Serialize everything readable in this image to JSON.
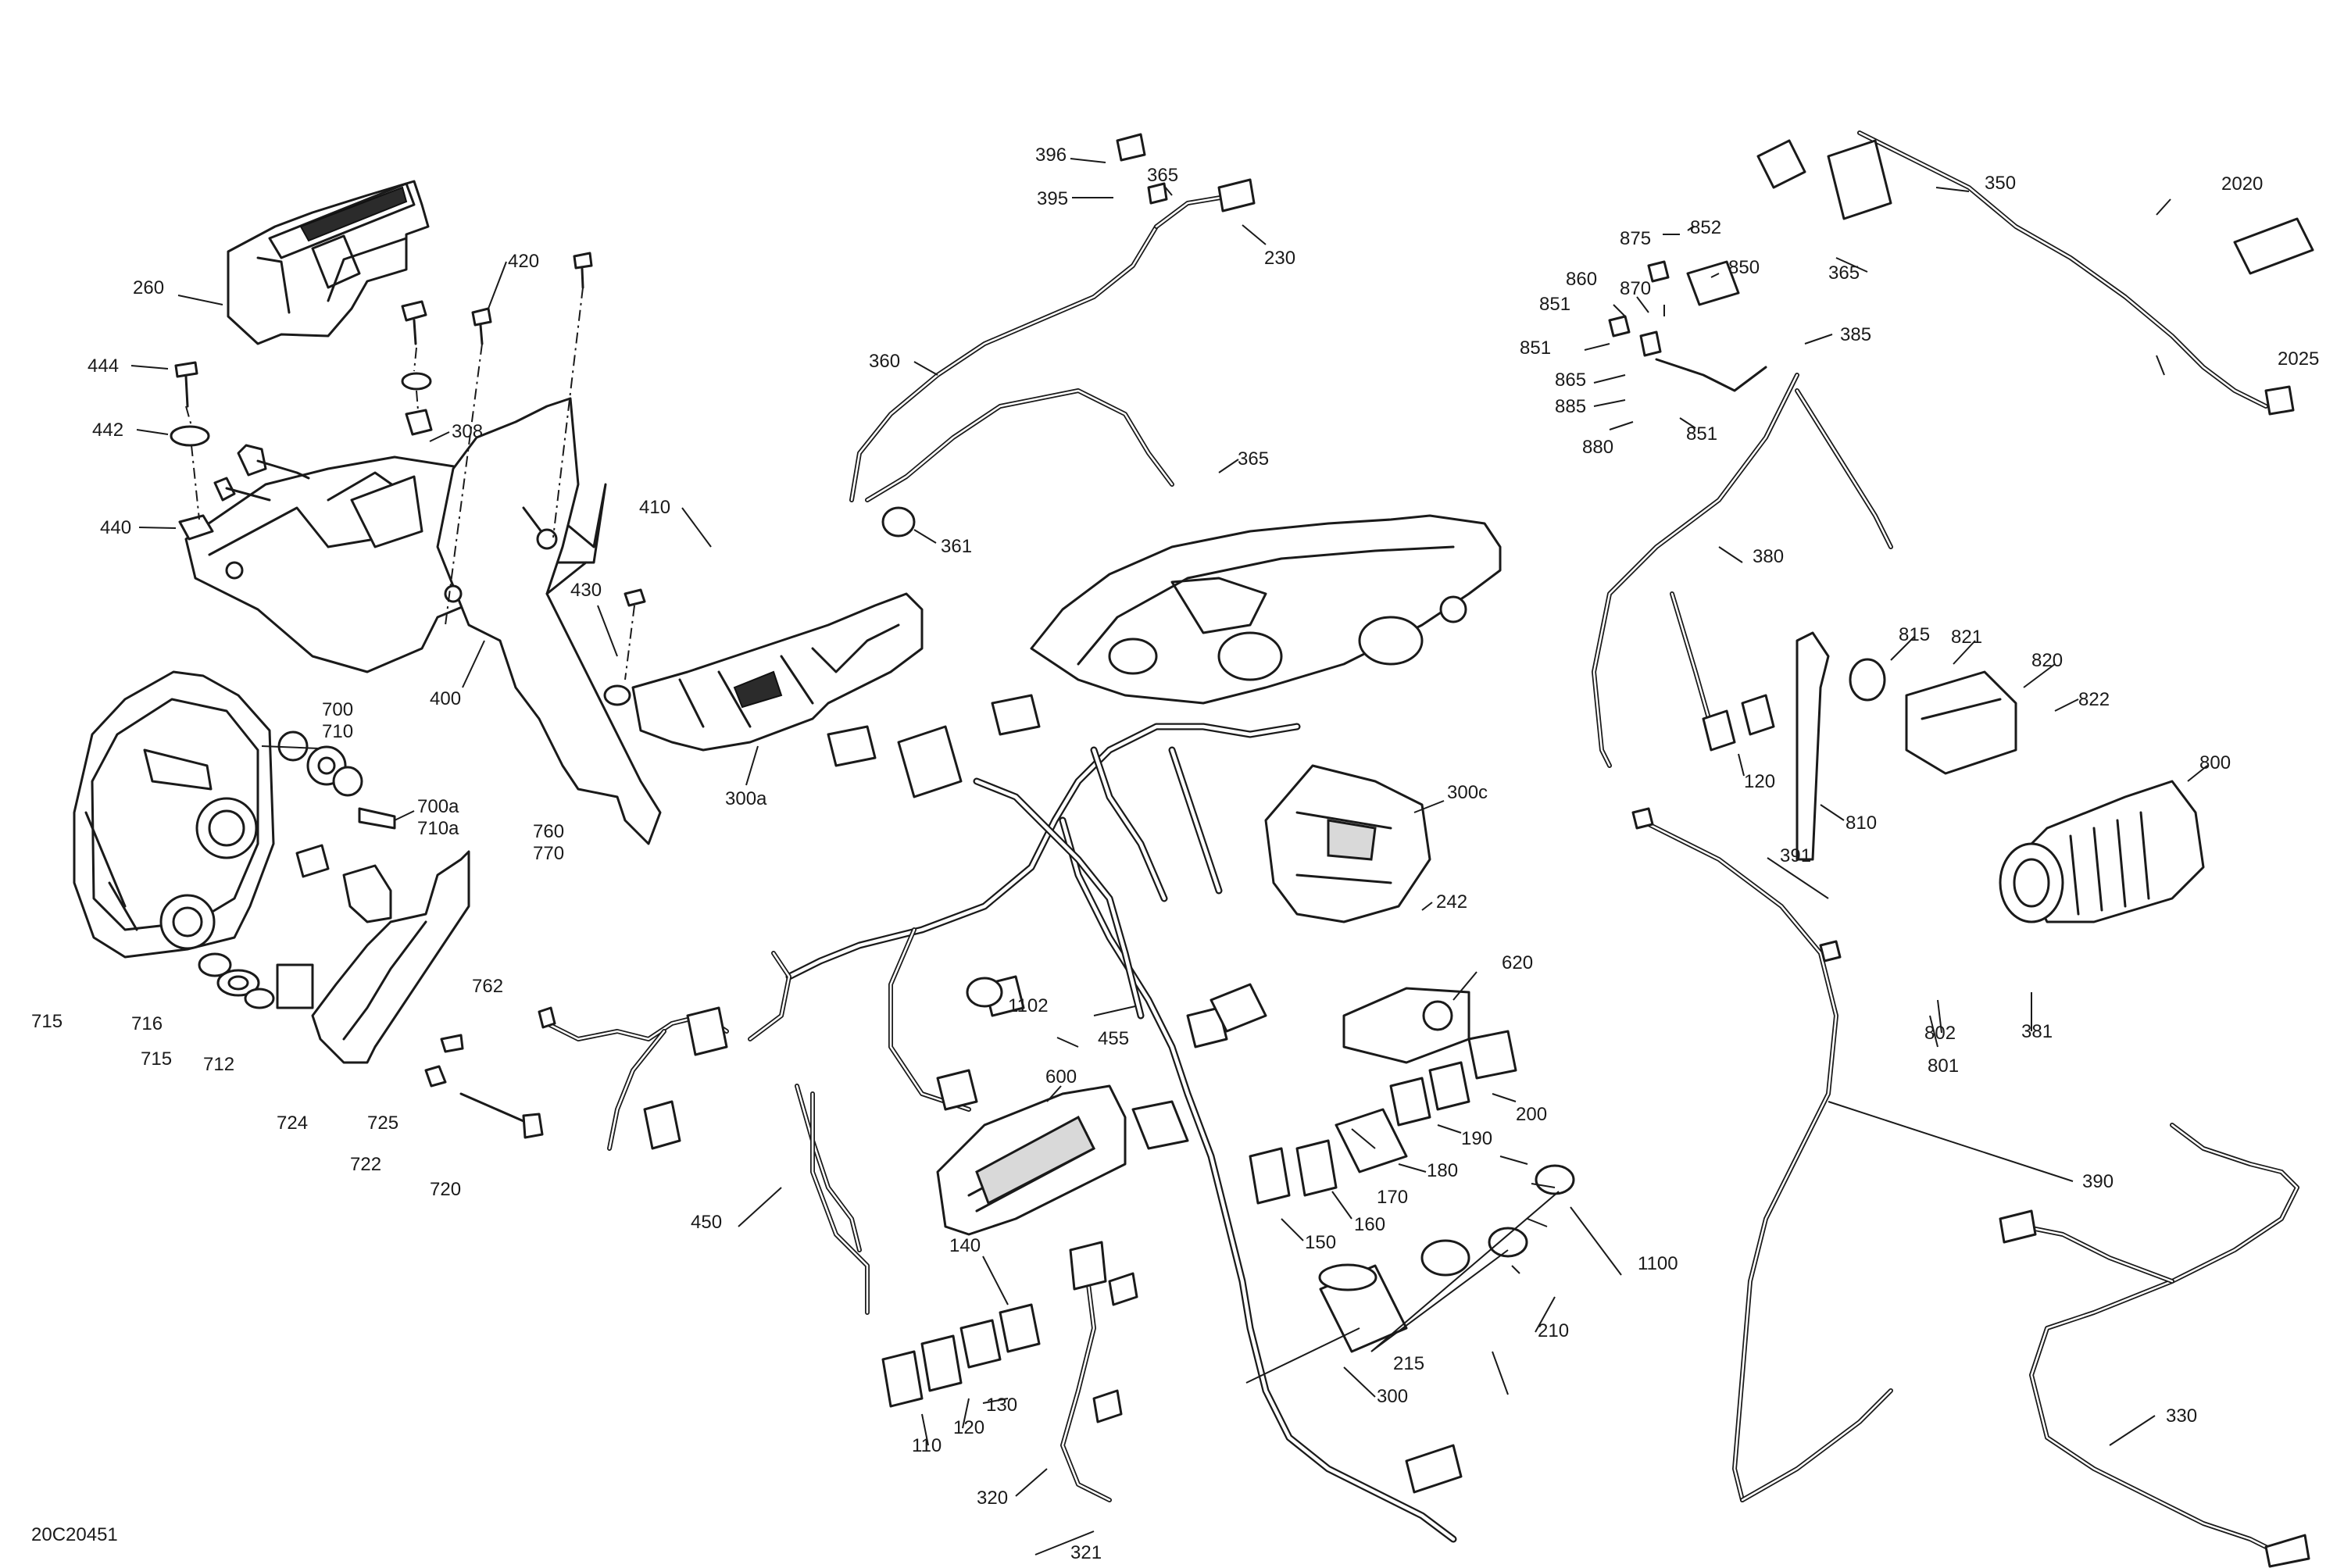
{
  "drawing_ref": "20C20451",
  "callouts": [
    {
      "id": "c-396",
      "label": "396"
    },
    {
      "id": "c-395",
      "label": "395"
    },
    {
      "id": "c-365a",
      "label": "365"
    },
    {
      "id": "c-230",
      "label": "230"
    },
    {
      "id": "c-360",
      "label": "360"
    },
    {
      "id": "c-365b",
      "label": "365"
    },
    {
      "id": "c-361",
      "label": "361"
    },
    {
      "id": "c-260",
      "label": "260"
    },
    {
      "id": "c-420",
      "label": "420"
    },
    {
      "id": "c-444",
      "label": "444"
    },
    {
      "id": "c-442",
      "label": "442"
    },
    {
      "id": "c-308",
      "label": "308"
    },
    {
      "id": "c-440",
      "label": "440"
    },
    {
      "id": "c-410",
      "label": "410"
    },
    {
      "id": "c-430",
      "label": "430"
    },
    {
      "id": "c-400",
      "label": "400"
    },
    {
      "id": "c-300a",
      "label": "300a"
    },
    {
      "id": "c-700",
      "label": "700"
    },
    {
      "id": "c-710",
      "label": "710"
    },
    {
      "id": "c-700a",
      "label": "700a"
    },
    {
      "id": "c-710a",
      "label": "710a"
    },
    {
      "id": "c-760",
      "label": "760"
    },
    {
      "id": "c-770",
      "label": "770"
    },
    {
      "id": "c-715a",
      "label": "715"
    },
    {
      "id": "c-716",
      "label": "716"
    },
    {
      "id": "c-715b",
      "label": "715"
    },
    {
      "id": "c-712",
      "label": "712"
    },
    {
      "id": "c-762",
      "label": "762"
    },
    {
      "id": "c-724",
      "label": "724"
    },
    {
      "id": "c-725",
      "label": "725"
    },
    {
      "id": "c-722",
      "label": "722"
    },
    {
      "id": "c-720",
      "label": "720"
    },
    {
      "id": "c-1102",
      "label": "1102"
    },
    {
      "id": "c-455",
      "label": "455"
    },
    {
      "id": "c-600",
      "label": "600"
    },
    {
      "id": "c-450",
      "label": "450"
    },
    {
      "id": "c-140",
      "label": "140"
    },
    {
      "id": "c-130",
      "label": "130"
    },
    {
      "id": "c-120a",
      "label": "120"
    },
    {
      "id": "c-110",
      "label": "110"
    },
    {
      "id": "c-320",
      "label": "320"
    },
    {
      "id": "c-321",
      "label": "321"
    },
    {
      "id": "c-300",
      "label": "300"
    },
    {
      "id": "c-300c",
      "label": "300c"
    },
    {
      "id": "c-242",
      "label": "242"
    },
    {
      "id": "c-620",
      "label": "620"
    },
    {
      "id": "c-200",
      "label": "200"
    },
    {
      "id": "c-190",
      "label": "190"
    },
    {
      "id": "c-180",
      "label": "180"
    },
    {
      "id": "c-170",
      "label": "170"
    },
    {
      "id": "c-160",
      "label": "160"
    },
    {
      "id": "c-150",
      "label": "150"
    },
    {
      "id": "c-215",
      "label": "215"
    },
    {
      "id": "c-210",
      "label": "210"
    },
    {
      "id": "c-1100",
      "label": "1100"
    },
    {
      "id": "c-350",
      "label": "350"
    },
    {
      "id": "c-2020",
      "label": "2020"
    },
    {
      "id": "c-2025",
      "label": "2025"
    },
    {
      "id": "c-875",
      "label": "875"
    },
    {
      "id": "c-852",
      "label": "852"
    },
    {
      "id": "c-850",
      "label": "850"
    },
    {
      "id": "c-365c",
      "label": "365"
    },
    {
      "id": "c-860",
      "label": "860"
    },
    {
      "id": "c-870",
      "label": "870"
    },
    {
      "id": "c-851a",
      "label": "851"
    },
    {
      "id": "c-851b",
      "label": "851"
    },
    {
      "id": "c-865",
      "label": "865"
    },
    {
      "id": "c-885",
      "label": "885"
    },
    {
      "id": "c-880",
      "label": "880"
    },
    {
      "id": "c-851c",
      "label": "851"
    },
    {
      "id": "c-385",
      "label": "385"
    },
    {
      "id": "c-380",
      "label": "380"
    },
    {
      "id": "c-815",
      "label": "815"
    },
    {
      "id": "c-821",
      "label": "821"
    },
    {
      "id": "c-820",
      "label": "820"
    },
    {
      "id": "c-822",
      "label": "822"
    },
    {
      "id": "c-120b",
      "label": "120"
    },
    {
      "id": "c-810",
      "label": "810"
    },
    {
      "id": "c-800",
      "label": "800"
    },
    {
      "id": "c-391",
      "label": "391"
    },
    {
      "id": "c-381",
      "label": "381"
    },
    {
      "id": "c-802",
      "label": "802"
    },
    {
      "id": "c-801",
      "label": "801"
    },
    {
      "id": "c-390",
      "label": "390"
    },
    {
      "id": "c-330",
      "label": "330"
    }
  ]
}
